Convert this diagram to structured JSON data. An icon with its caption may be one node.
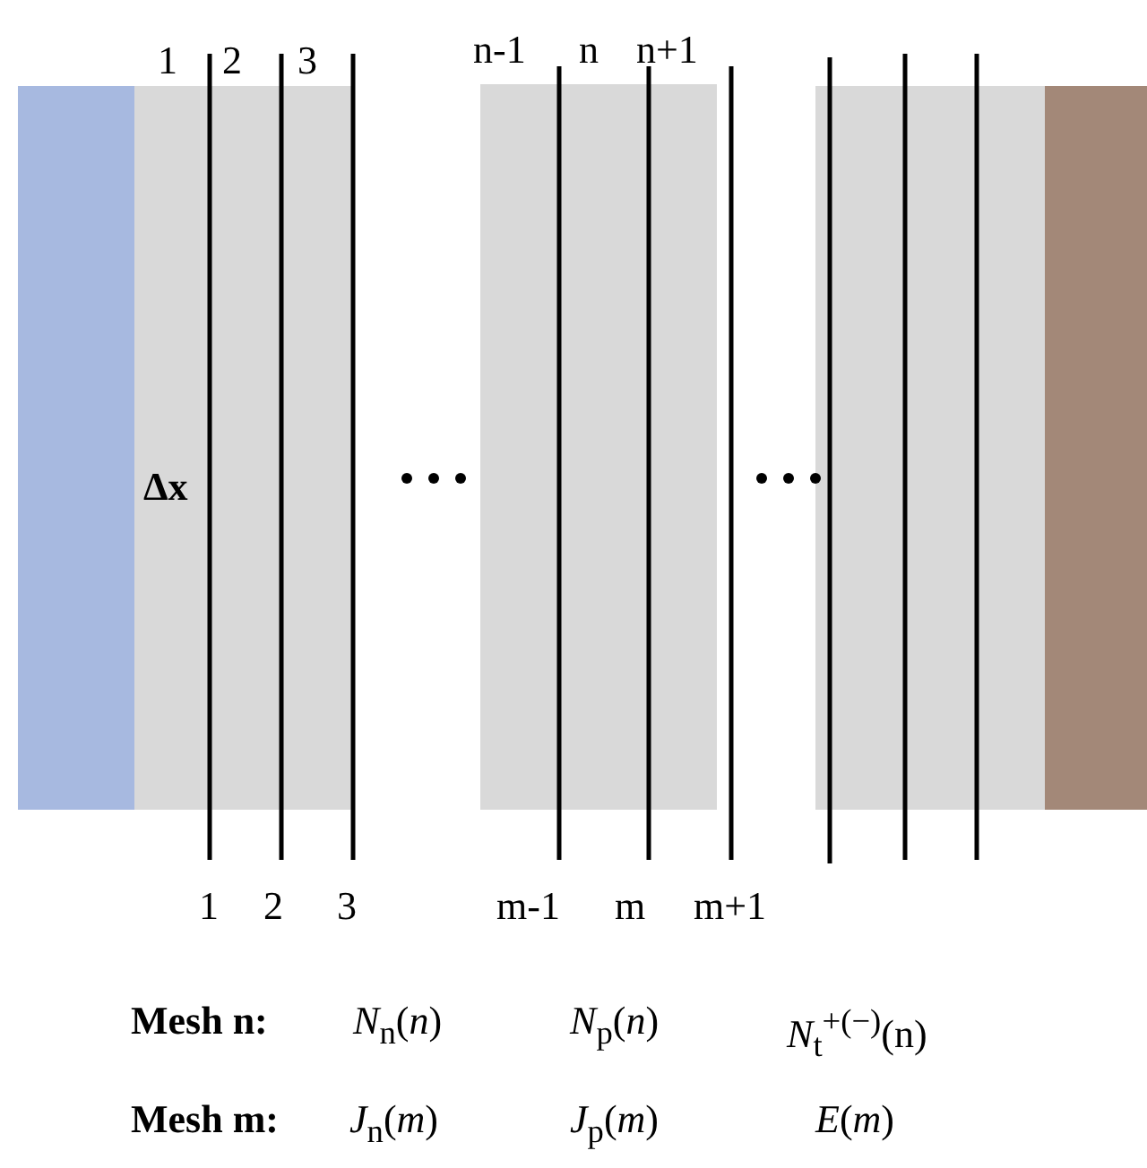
{
  "diagram": {
    "labels": [
      "1",
      "2",
      "3",
      "n-1",
      "n",
      "n+1",
      "Δx",
      "1",
      "2",
      "3",
      "m-1",
      "m",
      "m+1",
      "Mesh n:",
      "*N*$_{n}$(*n*)",
      "*N*$_{p}$(*n*)",
      "*N*$_{t}$$^{+(−)}$(n)",
      "Mesh m:",
      "*J*$_{n}$(*m*)",
      "*J*$_{p}$(*m*)",
      "*E*(*m*)"
    ]
  }
}
